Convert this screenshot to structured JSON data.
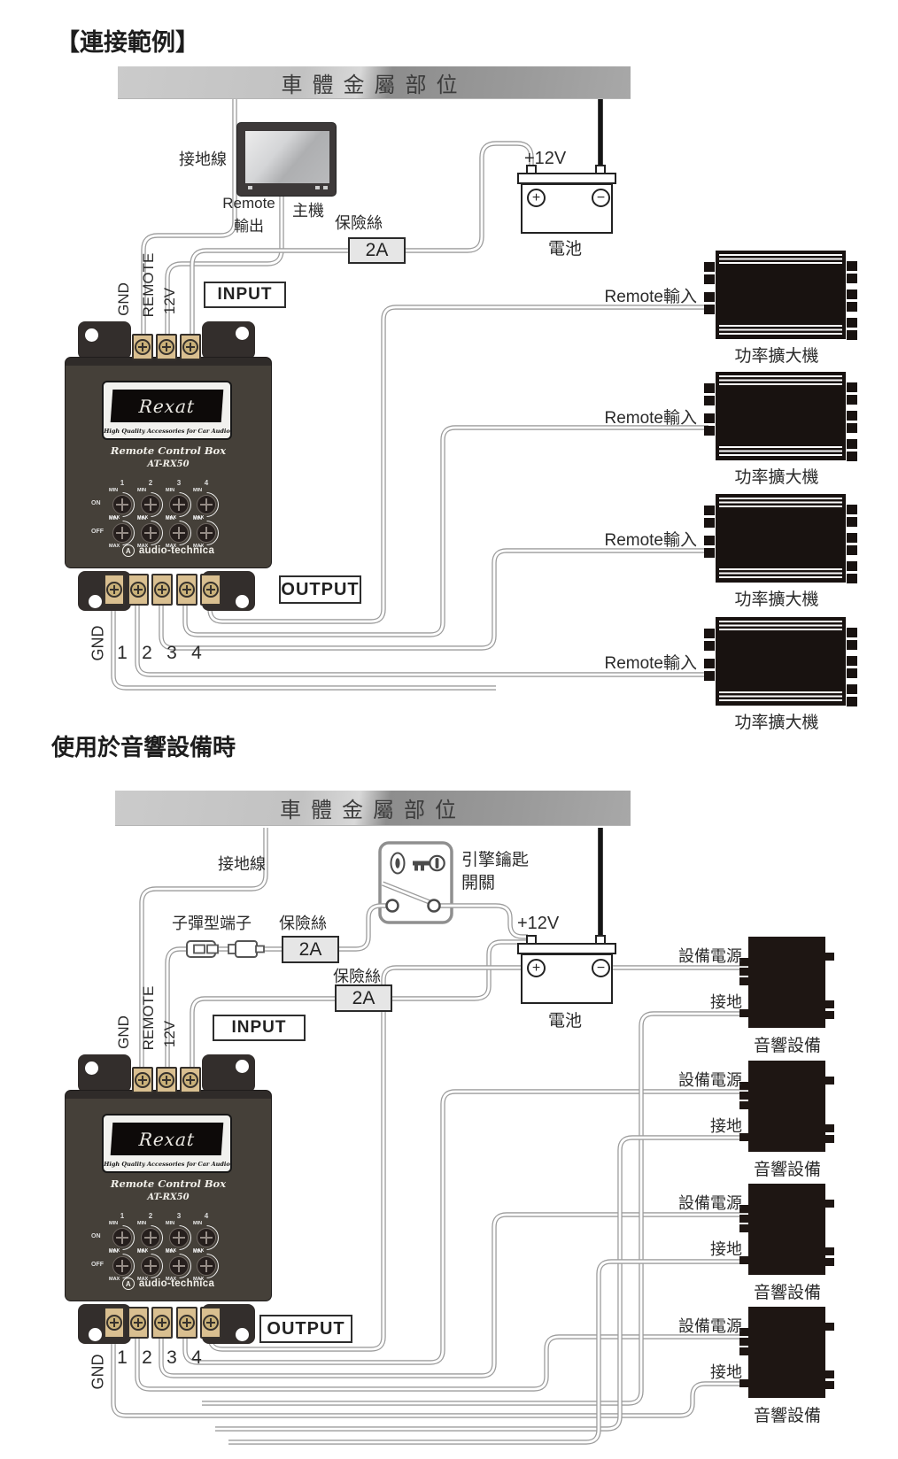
{
  "page": {
    "title": "【連接範例】",
    "section2_title": "使用於音響設備時"
  },
  "labels": {
    "car_body": "車體金屬部位",
    "ground_wire": "接地線",
    "head_unit": "主機",
    "remote_out_line1": "Remote",
    "remote_out_line2": "輸出",
    "fuse": "保險絲",
    "fuse_rating": "2A",
    "battery": "電池",
    "battery_voltage": "+12V",
    "plus": "+",
    "minus": "−",
    "input": "INPUT",
    "output": "OUTPUT",
    "gnd": "GND",
    "remote": "REMOTE",
    "twelve_v": "12V",
    "ch1": "1",
    "ch2": "2",
    "ch3": "3",
    "ch4": "4",
    "remote_in": "Remote輸入",
    "amplifier": "功率擴大機",
    "bullet_terminal": "子彈型端子",
    "ignition_line1": "引擎鑰匙",
    "ignition_line2": "開關",
    "device_power": "設備電源",
    "device_ground": "接地",
    "audio_device": "音響設備"
  },
  "control_box": {
    "brand": "Rexat",
    "tagline": "High Quality Accessories for Car Audio",
    "product": "Remote Control Box",
    "model": "AT-RX50",
    "on": "ON",
    "off": "OFF",
    "min": "MIN",
    "max": "MAX",
    "channels": [
      "1",
      "2",
      "3",
      "4"
    ],
    "maker": "audio-technica"
  },
  "colors": {
    "wire_outline": "#9c9c9c",
    "black_wire": "#151515",
    "terminal_tan": "#d9bf90",
    "box_body": "#454039",
    "bar_light": "#cbcbcb",
    "bar_dark": "#8d8d8d"
  }
}
